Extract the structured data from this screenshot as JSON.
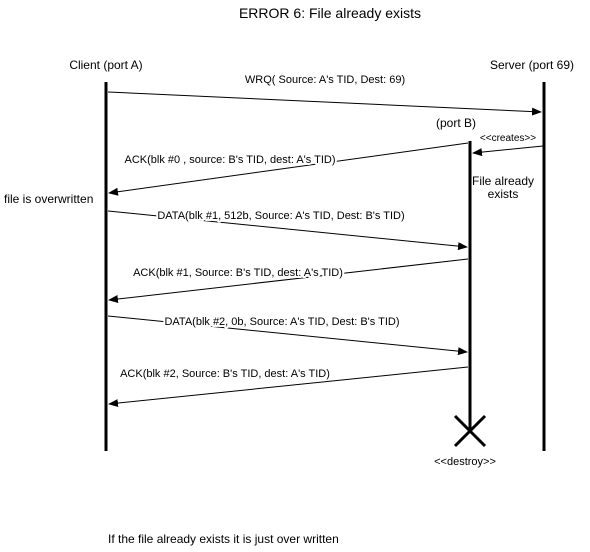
{
  "title": "ERROR 6: File already exists",
  "participants": {
    "client_label": "Client (port A)",
    "server_label": "Server (port 69)",
    "port_b_label": "(port B)"
  },
  "messages": {
    "wrq": "WRQ( Source: A's TID, Dest: 69)",
    "creates": "<<creates>>",
    "ack0": "ACK(blk #0 , source: B's TID, dest: A's TID)",
    "data1": "DATA(blk #1, 512b, Source: A's TID, Dest: B's TID)",
    "ack1": "ACK(blk #1, Source: B's TID, dest: A's TID)",
    "data2": "DATA(blk #2, 0b, Source: A's TID, Dest: B's TID)",
    "ack2": "ACK(blk #2, Source: B's TID, dest: A's TID)"
  },
  "notes": {
    "file_exists_line1": "File already",
    "file_exists_line2": "exists",
    "overwritten": "file is overwritten",
    "destroy": "<<destroy>>",
    "footer": "If the file already exists it is just over written"
  },
  "colors": {
    "line": "#000000",
    "text": "#000000",
    "background": "#ffffff"
  }
}
